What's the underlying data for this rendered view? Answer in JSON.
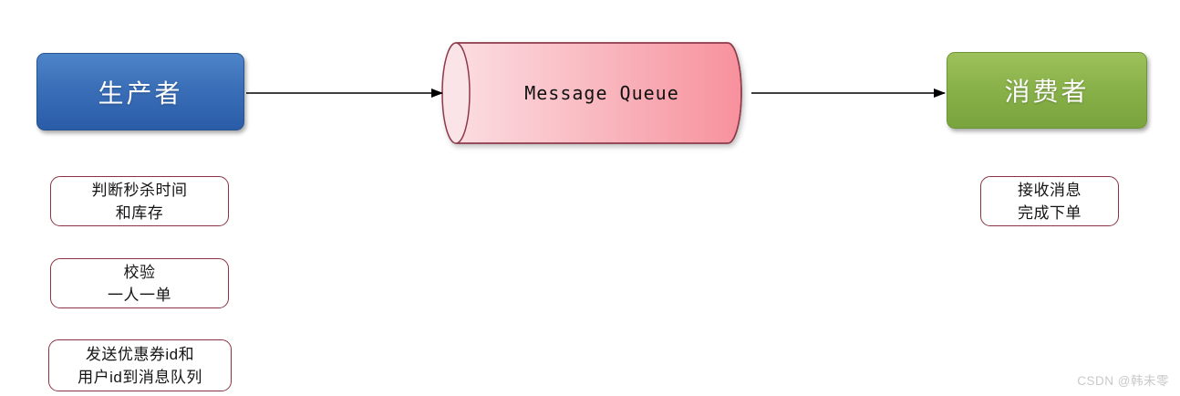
{
  "diagram": {
    "nodes": {
      "producer": {
        "label": "生产者"
      },
      "queue": {
        "label": "Message Queue"
      },
      "consumer": {
        "label": "消费者"
      }
    },
    "steps": {
      "producer": [
        {
          "lines": [
            "判断秒杀时间",
            "和库存"
          ]
        },
        {
          "lines": [
            "校验",
            "一人一单"
          ]
        },
        {
          "lines": [
            "发送优惠券id和",
            "用户id到消息队列"
          ]
        }
      ],
      "consumer": [
        {
          "lines": [
            "接收消息",
            "完成下单"
          ]
        }
      ]
    },
    "watermark": "CSDN @韩未零",
    "colors": {
      "producer_gradient_top": "#4e84c8",
      "producer_gradient_bottom": "#2a5ca8",
      "consumer_gradient_top": "#9dc15c",
      "consumer_gradient_bottom": "#79a33d",
      "queue_gradient_light": "#fbdde1",
      "queue_gradient_dark": "#f7919c",
      "queue_cap_fill": "#fbe4e8",
      "queue_outline": "#8d3a4b",
      "step_border": "#8a3342",
      "arrow": "#000000",
      "watermark_text": "#c9c9c9"
    }
  }
}
